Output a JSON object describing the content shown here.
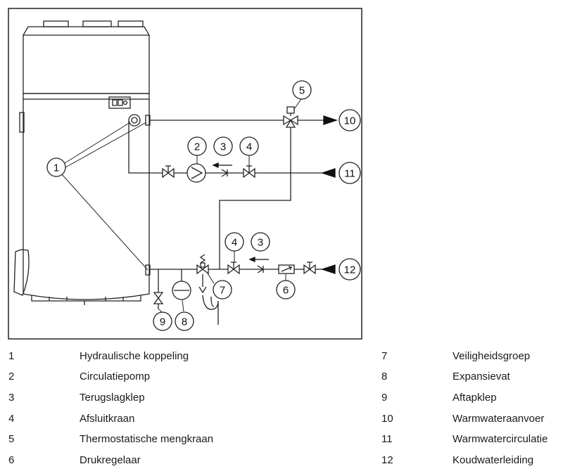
{
  "callouts": [
    "1",
    "2",
    "3",
    "4",
    "5",
    "6",
    "7",
    "8",
    "9",
    "10",
    "11",
    "12"
  ],
  "legend": [
    {
      "number": "1",
      "label": "Hydraulische koppeling"
    },
    {
      "number": "2",
      "label": "Circulatiepomp"
    },
    {
      "number": "3",
      "label": "Terugslagklep"
    },
    {
      "number": "4",
      "label": "Afsluitkraan"
    },
    {
      "number": "5",
      "label": "Thermostatische mengkraan"
    },
    {
      "number": "6",
      "label": "Drukregelaar"
    },
    {
      "number": "7",
      "label": "Veiligheidsgroep"
    },
    {
      "number": "8",
      "label": "Expansievat"
    },
    {
      "number": "9",
      "label": "Aftapklep"
    },
    {
      "number": "10",
      "label": "Warmwateraanvoer"
    },
    {
      "number": "11",
      "label": "Warmwatercirculatie"
    },
    {
      "number": "12",
      "label": "Koudwaterleiding"
    }
  ]
}
